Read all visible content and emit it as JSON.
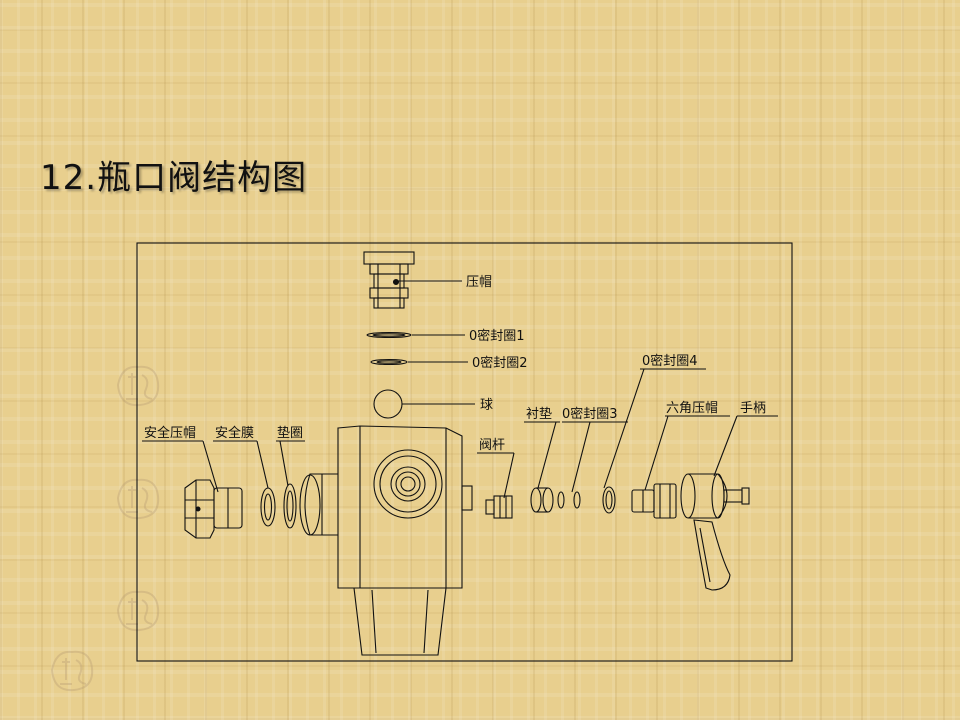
{
  "slide": {
    "title": "12.瓶口阀结构图"
  },
  "labels": {
    "cap": "压帽",
    "oring1": "0密封圈1",
    "oring2": "0密封圈2",
    "ball": "球",
    "oring4": "0密封圈4",
    "gasket": "衬垫",
    "oring3": "0密封圈3",
    "hex_cap": "六角压帽",
    "handle": "手柄",
    "safety_cap": "安全压帽",
    "safety_membrane": "安全膜",
    "washer": "垫圈",
    "stem": "阀杆"
  },
  "colors": {
    "line": "#111111",
    "seal": "#b59b73"
  }
}
